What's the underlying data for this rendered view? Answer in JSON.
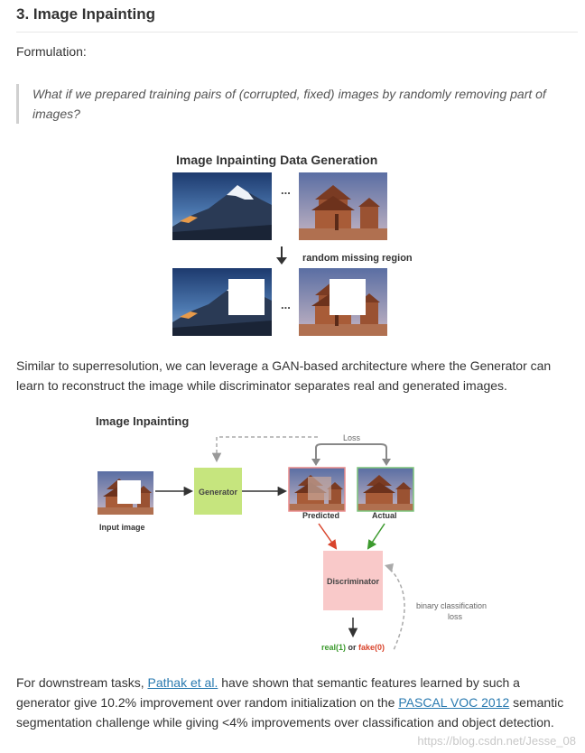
{
  "heading": "3. Image Inpainting",
  "formulation_label": "Formulation:",
  "quote": "What if we prepared training pairs of (corrupted, fixed) images by randomly removing part of images?",
  "figure1": {
    "title": "Image Inpainting Data Generation",
    "ellipsis": "...",
    "arrow_label": "random missing region"
  },
  "paragraph2": "Similar to superresolution, we can leverage a GAN-based architecture where the Generator can learn to reconstruct the image while discriminator separates real and generated images.",
  "figure2": {
    "title": "Image Inpainting",
    "input_label": "Input image",
    "generator_label": "Generator",
    "loss_label": "Loss",
    "predicted_label": "Predicted",
    "actual_label": "Actual",
    "discriminator_label": "Discriminator",
    "bcl_line1": "binary classification",
    "bcl_line2": "loss",
    "real_text": "real(1)",
    "or_text": " or ",
    "fake_text": "fake(0)",
    "colors": {
      "generator_fill": "#c6e57e",
      "discriminator_fill": "#f9c9c9",
      "predicted_border": "#e88a8a",
      "actual_border": "#7cc37a",
      "real": "#3c9a2e",
      "fake": "#d9442c"
    }
  },
  "paragraph3": {
    "part1": "For downstream tasks, ",
    "link1": "Pathak et al.",
    "part2": " have shown that semantic features learned by such a generator give 10.2% improvement over random initialization on the ",
    "link2": "PASCAL VOC 2012",
    "part3": " semantic segmentation challenge while giving <4% improvements over classification and object detection."
  },
  "watermark": "https://blog.csdn.net/Jesse_08"
}
